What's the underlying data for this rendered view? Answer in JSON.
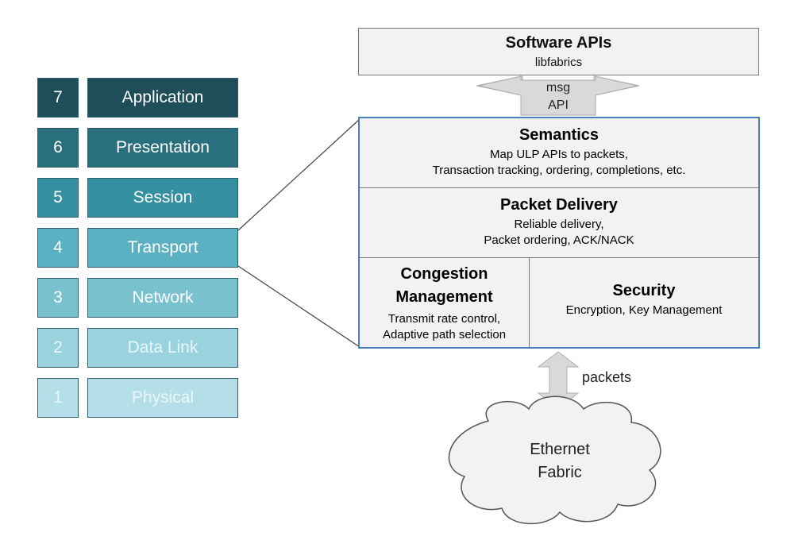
{
  "osi_layers": [
    {
      "number": "7",
      "name": "Application",
      "color": "#1f4e5a"
    },
    {
      "number": "6",
      "name": "Presentation",
      "color": "#2a6f7e"
    },
    {
      "number": "5",
      "name": "Session",
      "color": "#3590a2"
    },
    {
      "number": "4",
      "name": "Transport",
      "color": "#5bb0c2"
    },
    {
      "number": "3",
      "name": "Network",
      "color": "#7ac1d0"
    },
    {
      "number": "2",
      "name": "Data Link",
      "color": "#9ad2de"
    },
    {
      "number": "1",
      "name": "Physical",
      "color": "#b5dfe8"
    }
  ],
  "software_apis": {
    "title": "Software APIs",
    "subtitle": "libfabrics"
  },
  "msg_api": {
    "line1": "msg",
    "line2": "API"
  },
  "semantics": {
    "title": "Semantics",
    "line1": "Map ULP APIs to packets,",
    "line2": "Transaction tracking, ordering, completions, etc."
  },
  "packet_delivery": {
    "title": "Packet Delivery",
    "line1": "Reliable delivery,",
    "line2": "Packet ordering, ACK/NACK"
  },
  "congestion": {
    "title_line1": "Congestion",
    "title_line2": "Management",
    "line1": "Transmit rate control,",
    "line2": "Adaptive path selection"
  },
  "security": {
    "title": "Security",
    "line1": "Encryption, Key Management"
  },
  "packets_label": "packets",
  "fabric": {
    "line1": "Ethernet",
    "line2": "Fabric"
  },
  "colors": {
    "transport_border": "#4a7ebb",
    "arrow_fill": "#d9d9d9",
    "arrow_stroke": "#b0b0b0"
  }
}
